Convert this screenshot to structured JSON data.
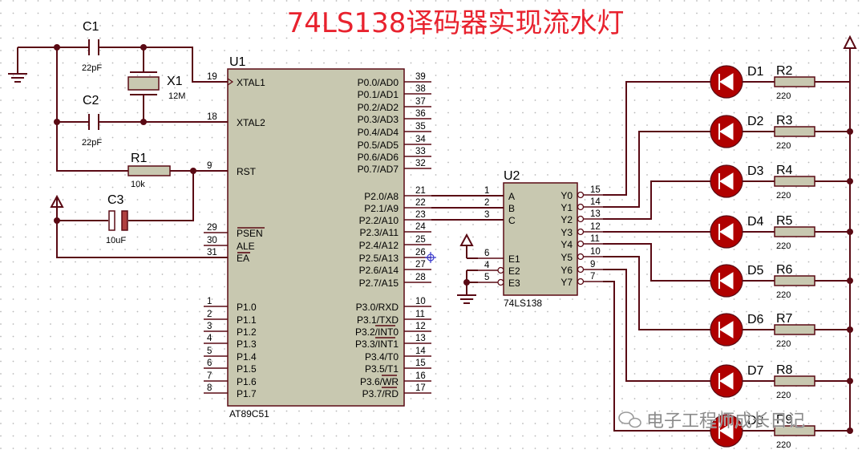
{
  "title": "74LS138译码器实现流水灯",
  "watermark": "电子工程师成长日记",
  "colors": {
    "title": "#e8222e",
    "wire": "#5a0a14",
    "chip": "#c8c8b0",
    "led": "#b00000"
  },
  "mcu": {
    "ref": "U1",
    "part": "AT89C51",
    "left_pins": [
      {
        "num": "19",
        "name": "XTAL1"
      },
      {
        "num": "18",
        "name": "XTAL2"
      },
      {
        "num": "9",
        "name": "RST"
      },
      {
        "num": "29",
        "name": "PSEN"
      },
      {
        "num": "30",
        "name": "ALE"
      },
      {
        "num": "31",
        "name": "EA"
      },
      {
        "num": "1",
        "name": "P1.0"
      },
      {
        "num": "2",
        "name": "P1.1"
      },
      {
        "num": "3",
        "name": "P1.2"
      },
      {
        "num": "4",
        "name": "P1.3"
      },
      {
        "num": "5",
        "name": "P1.4"
      },
      {
        "num": "6",
        "name": "P1.5"
      },
      {
        "num": "7",
        "name": "P1.6"
      },
      {
        "num": "8",
        "name": "P1.7"
      }
    ],
    "right_pins": [
      {
        "num": "39",
        "name": "P0.0/AD0"
      },
      {
        "num": "38",
        "name": "P0.1/AD1"
      },
      {
        "num": "37",
        "name": "P0.2/AD2"
      },
      {
        "num": "36",
        "name": "P0.3/AD3"
      },
      {
        "num": "35",
        "name": "P0.4/AD4"
      },
      {
        "num": "34",
        "name": "P0.5/AD5"
      },
      {
        "num": "33",
        "name": "P0.6/AD6"
      },
      {
        "num": "32",
        "name": "P0.7/AD7"
      },
      {
        "num": "21",
        "name": "P2.0/A8"
      },
      {
        "num": "22",
        "name": "P2.1/A9"
      },
      {
        "num": "23",
        "name": "P2.2/A10"
      },
      {
        "num": "24",
        "name": "P2.3/A11"
      },
      {
        "num": "25",
        "name": "P2.4/A12"
      },
      {
        "num": "26",
        "name": "P2.5/A13"
      },
      {
        "num": "27",
        "name": "P2.6/A14"
      },
      {
        "num": "28",
        "name": "P2.7/A15"
      },
      {
        "num": "10",
        "name": "P3.0/RXD"
      },
      {
        "num": "11",
        "name": "P3.1/TXD"
      },
      {
        "num": "12",
        "name": "P3.2/INT0"
      },
      {
        "num": "13",
        "name": "P3.3/INT1"
      },
      {
        "num": "14",
        "name": "P3.4/T0"
      },
      {
        "num": "15",
        "name": "P3.5/T1"
      },
      {
        "num": "16",
        "name": "P3.6/WR"
      },
      {
        "num": "17",
        "name": "P3.7/RD"
      }
    ]
  },
  "decoder": {
    "ref": "U2",
    "part": "74LS138",
    "inputs": [
      {
        "num": "1",
        "name": "A"
      },
      {
        "num": "2",
        "name": "B"
      },
      {
        "num": "3",
        "name": "C"
      },
      {
        "num": "6",
        "name": "E1"
      },
      {
        "num": "4",
        "name": "E2"
      },
      {
        "num": "5",
        "name": "E3"
      }
    ],
    "outputs": [
      {
        "num": "15",
        "name": "Y0"
      },
      {
        "num": "14",
        "name": "Y1"
      },
      {
        "num": "13",
        "name": "Y2"
      },
      {
        "num": "12",
        "name": "Y3"
      },
      {
        "num": "11",
        "name": "Y4"
      },
      {
        "num": "10",
        "name": "Y5"
      },
      {
        "num": "9",
        "name": "Y6"
      },
      {
        "num": "7",
        "name": "Y7"
      }
    ]
  },
  "components": {
    "c1": {
      "ref": "C1",
      "value": "22pF"
    },
    "c2": {
      "ref": "C2",
      "value": "22pF"
    },
    "x1": {
      "ref": "X1",
      "value": "12M"
    },
    "r1": {
      "ref": "R1",
      "value": "10k"
    },
    "c3": {
      "ref": "C3",
      "value": "10uF"
    }
  },
  "leds": [
    {
      "led": "D1",
      "res": "R2",
      "value": "220"
    },
    {
      "led": "D2",
      "res": "R3",
      "value": "220"
    },
    {
      "led": "D3",
      "res": "R4",
      "value": "220"
    },
    {
      "led": "D4",
      "res": "R5",
      "value": "220"
    },
    {
      "led": "D5",
      "res": "R6",
      "value": "220"
    },
    {
      "led": "D6",
      "res": "R7",
      "value": "220"
    },
    {
      "led": "D7",
      "res": "R8",
      "value": "220"
    },
    {
      "led": "D8",
      "res": "R9",
      "value": "220"
    }
  ]
}
